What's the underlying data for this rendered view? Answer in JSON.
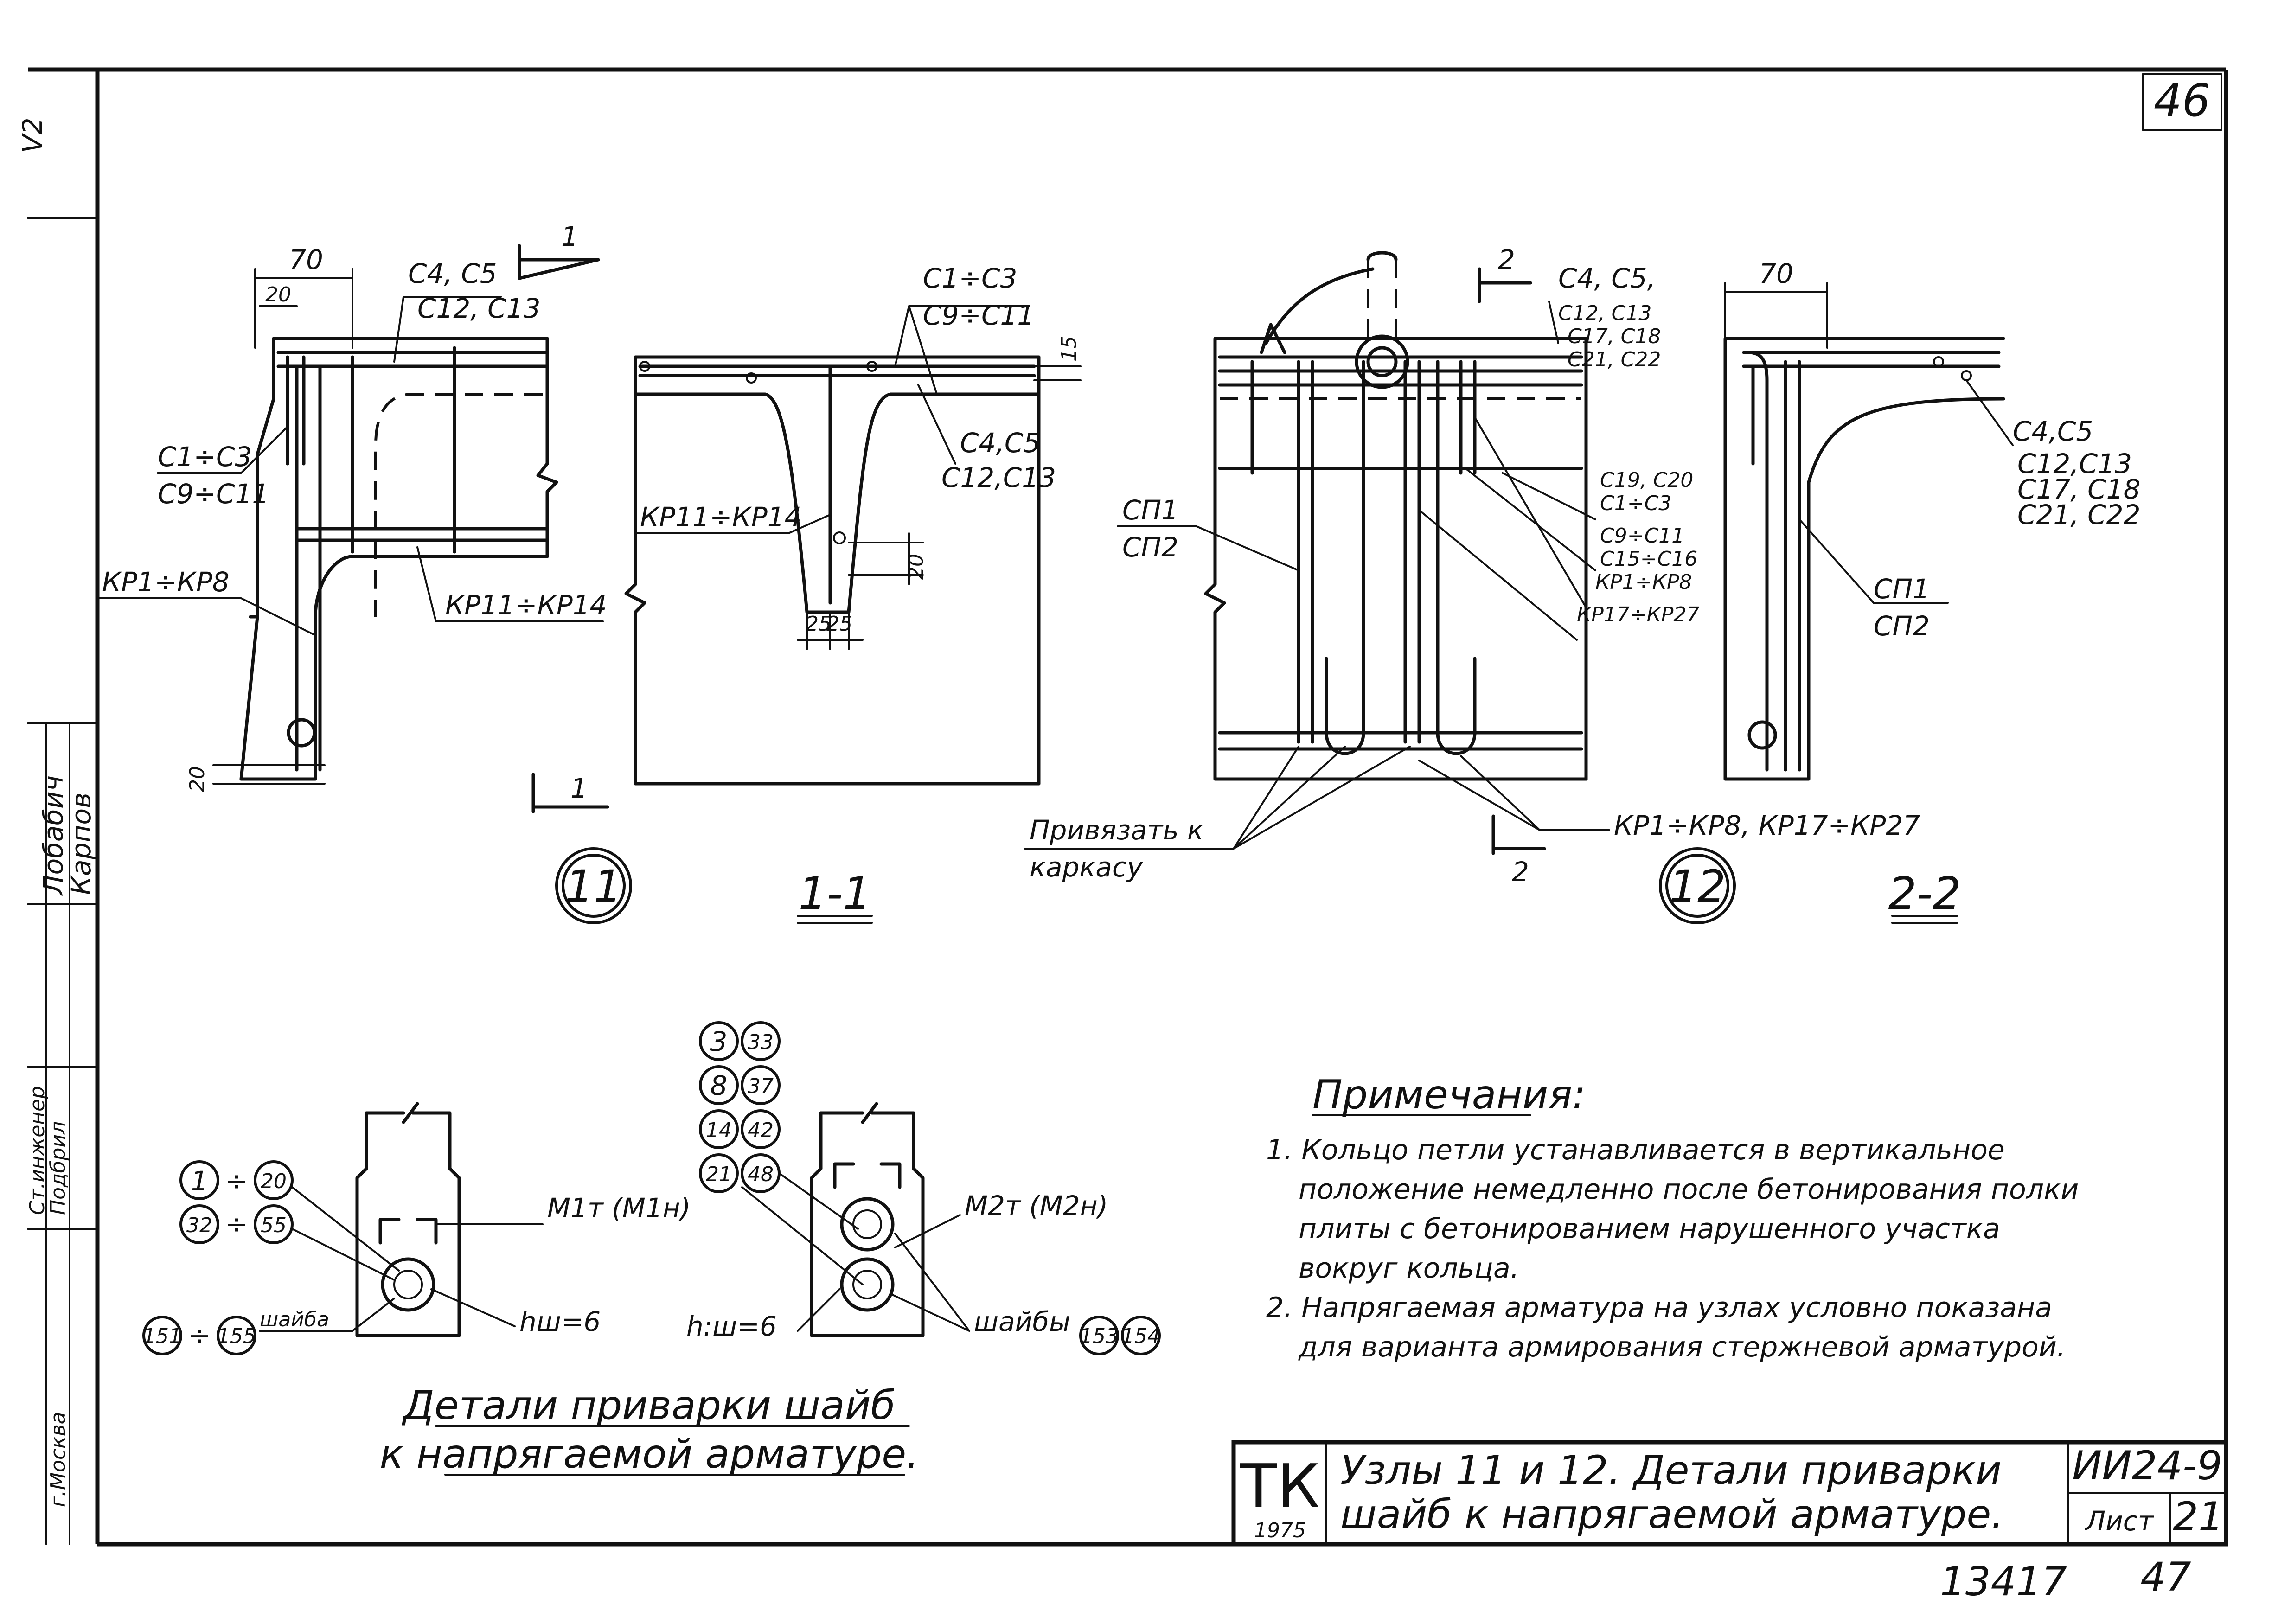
{
  "sheet": {
    "sheet_code": "46",
    "doc_number": "ИИ24-9",
    "sheet_label": "Лист",
    "sheet_number": "21",
    "archive_number": "13417",
    "page_number": "47",
    "stamp_org": "ТК",
    "stamp_year": "1975",
    "title_line1": "Узлы 11 и 12. Детали приварки",
    "title_line2": "шайб к напрягаемой арматуре.",
    "left_city": "г.Москва",
    "left_col1": "Ст.инженер",
    "left_col2": "Подбрил",
    "left_name1": "Лобабич",
    "left_name2": "Карпов",
    "left_top_mark": "V2"
  },
  "node11": {
    "dim_70": "70",
    "dim_20": "20",
    "dim_20b": "20",
    "lbl_c4c5": "С4, С5",
    "lbl_c12c13": "С12, С13",
    "lbl_c1c3": "С1÷С3",
    "lbl_c9c11": "С9÷С11",
    "lbl_kp1kp8": "КР1÷КР8",
    "lbl_kp11kp14": "КР11÷КР14",
    "section_mark": "1",
    "node_number": "11"
  },
  "section11": {
    "lbl_c1c3": "С1÷С3",
    "lbl_c9c11": "С9÷С11",
    "lbl_c4c5": "С4,С5",
    "lbl_c12c13": "С12,С13",
    "lbl_kp11kp14": "КР11÷КР14",
    "dim_15": "15",
    "dim_20": "20",
    "dim_25a": "25",
    "dim_25b": "25",
    "caption": "1-1"
  },
  "node12": {
    "section_mark": "2",
    "lbl_c4c5": "С4, С5,",
    "lbl_c12c13": "С12, С13",
    "lbl_c17c18": "С17, С18",
    "lbl_c21c22": "С21, С22",
    "lbl_c19c20": "С19, С20",
    "lbl_c1c3": "С1÷С3",
    "lbl_c9c11": "С9÷С11",
    "lbl_c15c16": "С15÷С16",
    "lbl_kp1kp8": "КР1÷КР8",
    "lbl_kp17kp27": "КР17÷КР27",
    "lbl_cn1": "СП1",
    "lbl_cn2": "СП2",
    "lbl_bottom": "КР1÷КР8, КР17÷КР27",
    "lbl_tie1": "Привязать к",
    "lbl_tie2": "каркасу",
    "node_number": "12"
  },
  "section22": {
    "dim_70": "70",
    "lbl_c4c5": "С4,С5",
    "lbl_c12c13": "С12,С13",
    "lbl_c17c18": "С17, С18",
    "lbl_c21c22": "С21, С22",
    "lbl_cn1": "СП1",
    "lbl_cn2": "СП2",
    "caption": "2-2"
  },
  "washers": {
    "left_c1": "1",
    "left_c2": "20",
    "left_c3": "32",
    "left_c4": "55",
    "left_c5": "151",
    "left_c6": "155",
    "div": "÷",
    "left_washer": "шайба",
    "left_m": "М1т (М1н)",
    "left_h": "hш=6",
    "mid_c1": "3",
    "mid_c2": "33",
    "mid_c3": "8",
    "mid_c4": "37",
    "mid_c5": "14",
    "mid_c6": "42",
    "mid_c7": "21",
    "mid_c8": "48",
    "right_m": "М2т (М2н)",
    "right_h": "h:ш=6",
    "right_washers": "шайбы",
    "right_c1": "153",
    "right_c2": "154",
    "caption1": "Детали приварки шайб",
    "caption2": "к напрягаемой арматуре."
  },
  "notes": {
    "heading": "Примечания:",
    "n1_l1": "1. Кольцо петли устанавливается в вертикальное",
    "n1_l2": "положение немедленно после бетонирования полки",
    "n1_l3": "плиты с бетонированием нарушенного участка",
    "n1_l4": "вокруг кольца.",
    "n2_l1": "2. Напрягаемая арматура на узлах условно показана",
    "n2_l2": "для варианта армирования стержневой арматурой."
  }
}
